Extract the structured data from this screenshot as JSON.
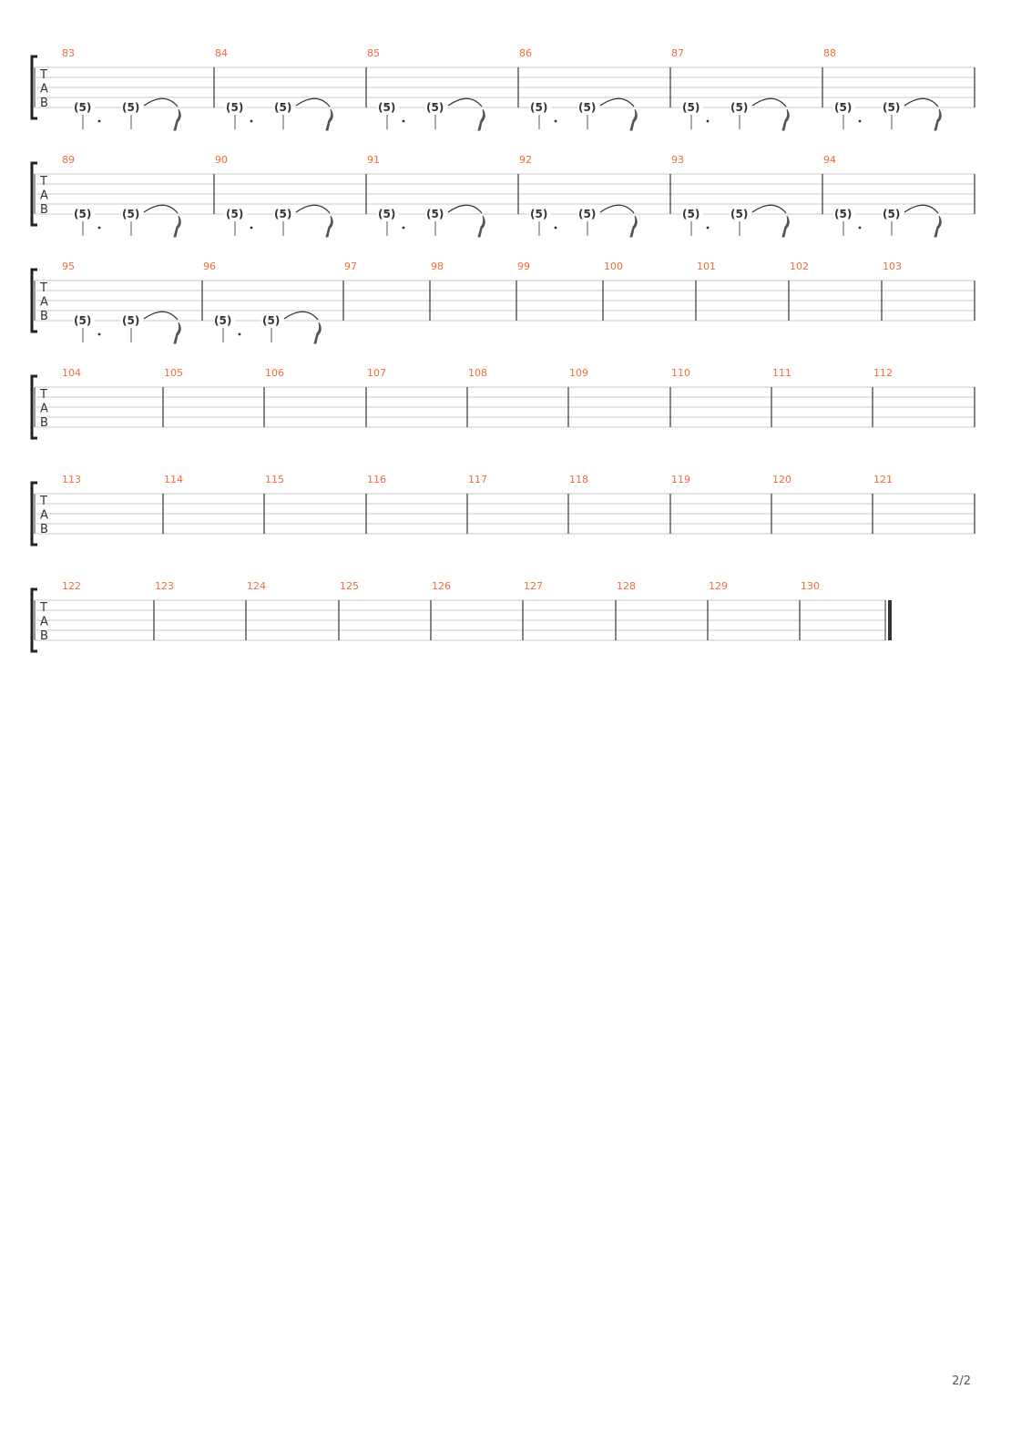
{
  "clef_letters": [
    "T",
    "A",
    "B"
  ],
  "page_number": "2/2",
  "colors": {
    "measure_number": "#f26b3a",
    "staff_line": "#c8c8c8",
    "barline": "#333333"
  },
  "systems": [
    {
      "measures": [
        {
          "number": "83",
          "notes": [
            "(5)",
            "(5)"
          ]
        },
        {
          "number": "84",
          "notes": [
            "(5)",
            "(5)"
          ]
        },
        {
          "number": "85",
          "notes": [
            "(5)",
            "(5)"
          ]
        },
        {
          "number": "86",
          "notes": [
            "(5)",
            "(5)"
          ]
        },
        {
          "number": "87",
          "notes": [
            "(5)",
            "(5)"
          ]
        },
        {
          "number": "88",
          "notes": [
            "(5)",
            "(5)"
          ]
        }
      ]
    },
    {
      "measures": [
        {
          "number": "89",
          "notes": [
            "(5)",
            "(5)"
          ]
        },
        {
          "number": "90",
          "notes": [
            "(5)",
            "(5)"
          ]
        },
        {
          "number": "91",
          "notes": [
            "(5)",
            "(5)"
          ]
        },
        {
          "number": "92",
          "notes": [
            "(5)",
            "(5)"
          ]
        },
        {
          "number": "93",
          "notes": [
            "(5)",
            "(5)"
          ]
        },
        {
          "number": "94",
          "notes": [
            "(5)",
            "(5)"
          ]
        }
      ]
    },
    {
      "measures": [
        {
          "number": "95",
          "notes": [
            "(5)",
            "(5)"
          ]
        },
        {
          "number": "96",
          "notes": [
            "(5)",
            "(5)"
          ]
        },
        {
          "number": "97",
          "notes": []
        },
        {
          "number": "98",
          "notes": []
        },
        {
          "number": "99",
          "notes": []
        },
        {
          "number": "100",
          "notes": []
        },
        {
          "number": "101",
          "notes": []
        },
        {
          "number": "102",
          "notes": []
        },
        {
          "number": "103",
          "notes": []
        }
      ]
    },
    {
      "measures": [
        {
          "number": "104",
          "notes": []
        },
        {
          "number": "105",
          "notes": []
        },
        {
          "number": "106",
          "notes": []
        },
        {
          "number": "107",
          "notes": []
        },
        {
          "number": "108",
          "notes": []
        },
        {
          "number": "109",
          "notes": []
        },
        {
          "number": "110",
          "notes": []
        },
        {
          "number": "111",
          "notes": []
        },
        {
          "number": "112",
          "notes": []
        }
      ]
    },
    {
      "measures": [
        {
          "number": "113",
          "notes": []
        },
        {
          "number": "114",
          "notes": []
        },
        {
          "number": "115",
          "notes": []
        },
        {
          "number": "116",
          "notes": []
        },
        {
          "number": "117",
          "notes": []
        },
        {
          "number": "118",
          "notes": []
        },
        {
          "number": "119",
          "notes": []
        },
        {
          "number": "120",
          "notes": []
        },
        {
          "number": "121",
          "notes": []
        }
      ]
    },
    {
      "measures": [
        {
          "number": "122",
          "notes": []
        },
        {
          "number": "123",
          "notes": []
        },
        {
          "number": "124",
          "notes": []
        },
        {
          "number": "125",
          "notes": []
        },
        {
          "number": "126",
          "notes": []
        },
        {
          "number": "127",
          "notes": []
        },
        {
          "number": "128",
          "notes": []
        },
        {
          "number": "129",
          "notes": []
        },
        {
          "number": "130",
          "notes": []
        }
      ],
      "final_barline": true
    }
  ]
}
